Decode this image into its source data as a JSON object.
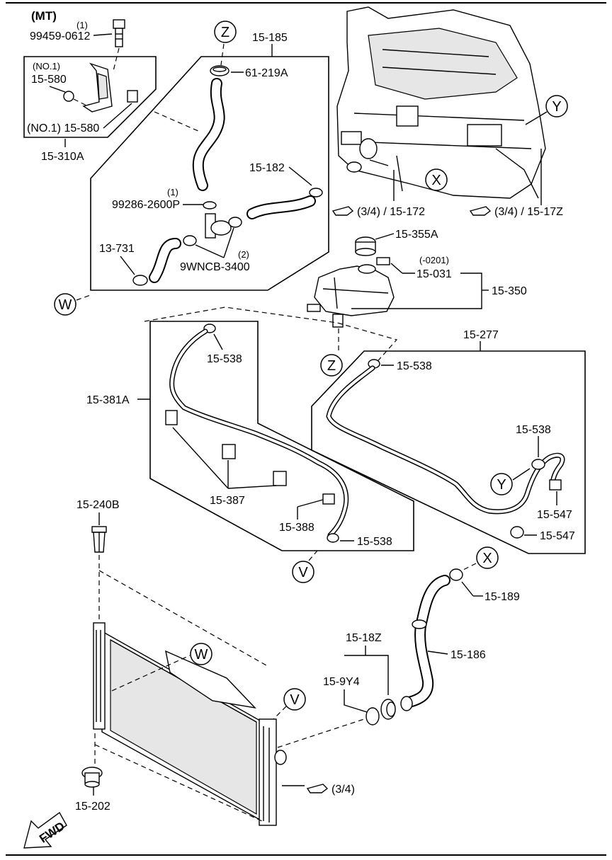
{
  "title": "(MT)",
  "labels": {
    "bolt_qty": "(1)",
    "bolt": "99459-0612",
    "bracket_no1_top": "(NO.1)",
    "bracket_clip_top": "15-580",
    "bracket_clip_bottom": "(NO.1) 15-580",
    "bracket_assy": "15-310A",
    "upper_hose": "15-185",
    "clamp_upper": "61-219A",
    "hose_15_182": "15-182",
    "clip_qty": "(1)",
    "clip_99286": "99286-2600P",
    "clamp_13_731": "13-731",
    "clamp_9wncb_qty": "(2)",
    "clamp_9wncb": "9WNCB-3400",
    "ref_15_172": "(3/4) / 15-172",
    "ref_15_17z": "(3/4) / 15-17Z",
    "cap": "15-355A",
    "range_note": "(-0201)",
    "label_15_031": "15-031",
    "reservoir": "15-350",
    "hose_15_277": "15-277",
    "clamp_538_a": "15-538",
    "clamp_538_b": "15-538",
    "clamp_538_c": "15-538",
    "clamp_538_d": "15-538",
    "hose_381a": "15-381A",
    "clip_387": "15-387",
    "clip_388": "15-388",
    "clamp_547_a": "15-547",
    "clamp_547_b": "15-547",
    "plug_240b": "15-240B",
    "clamp_189": "15-189",
    "hose_186": "15-186",
    "clamp_18z": "15-18Z",
    "clamp_9y4": "15-9Y4",
    "ref_radiator": "(3/4)",
    "cushion_202": "15-202",
    "fwd": "FWD"
  },
  "callouts": {
    "z": "Z",
    "y": "Y",
    "x": "X",
    "w": "W",
    "v": "V"
  }
}
